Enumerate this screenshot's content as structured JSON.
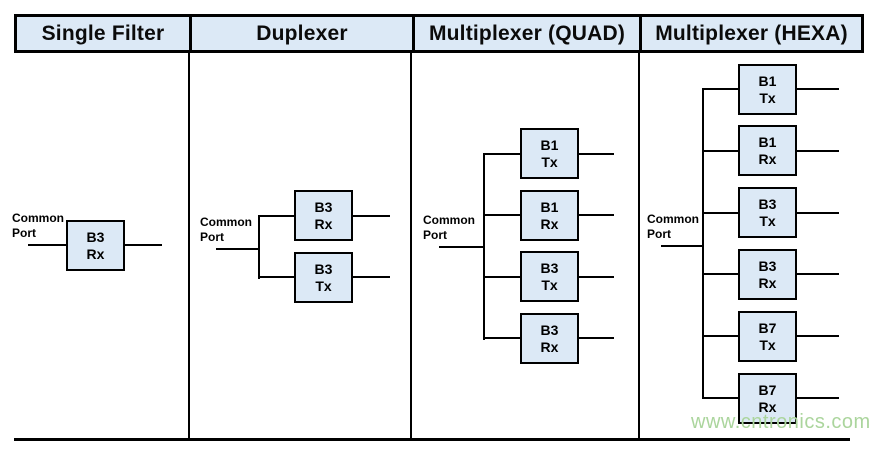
{
  "columns": [
    {
      "header": "Single Filter",
      "filters": [
        {
          "line1": "B3",
          "line2": "Rx"
        }
      ]
    },
    {
      "header": "Duplexer",
      "filters": [
        {
          "line1": "B3",
          "line2": "Rx"
        },
        {
          "line1": "B3",
          "line2": "Tx"
        }
      ]
    },
    {
      "header": "Multiplexer (QUAD)",
      "filters": [
        {
          "line1": "B1",
          "line2": "Tx"
        },
        {
          "line1": "B1",
          "line2": "Rx"
        },
        {
          "line1": "B3",
          "line2": "Tx"
        },
        {
          "line1": "B3",
          "line2": "Rx"
        }
      ]
    },
    {
      "header": "Multiplexer (HEXA)",
      "filters": [
        {
          "line1": "B1",
          "line2": "Tx"
        },
        {
          "line1": "B1",
          "line2": "Rx"
        },
        {
          "line1": "B3",
          "line2": "Tx"
        },
        {
          "line1": "B3",
          "line2": "Rx"
        },
        {
          "line1": "B7",
          "line2": "Tx"
        },
        {
          "line1": "B7",
          "line2": "Rx"
        }
      ]
    }
  ],
  "common_port": {
    "line1": "Common",
    "line2": "Port"
  },
  "watermark": {
    "text": "www.cntronics.com"
  },
  "colors": {
    "header_fill": "#dce9f6",
    "box_fill": "#dce9f6",
    "line": "#000000",
    "watermark": "#abd59d"
  }
}
